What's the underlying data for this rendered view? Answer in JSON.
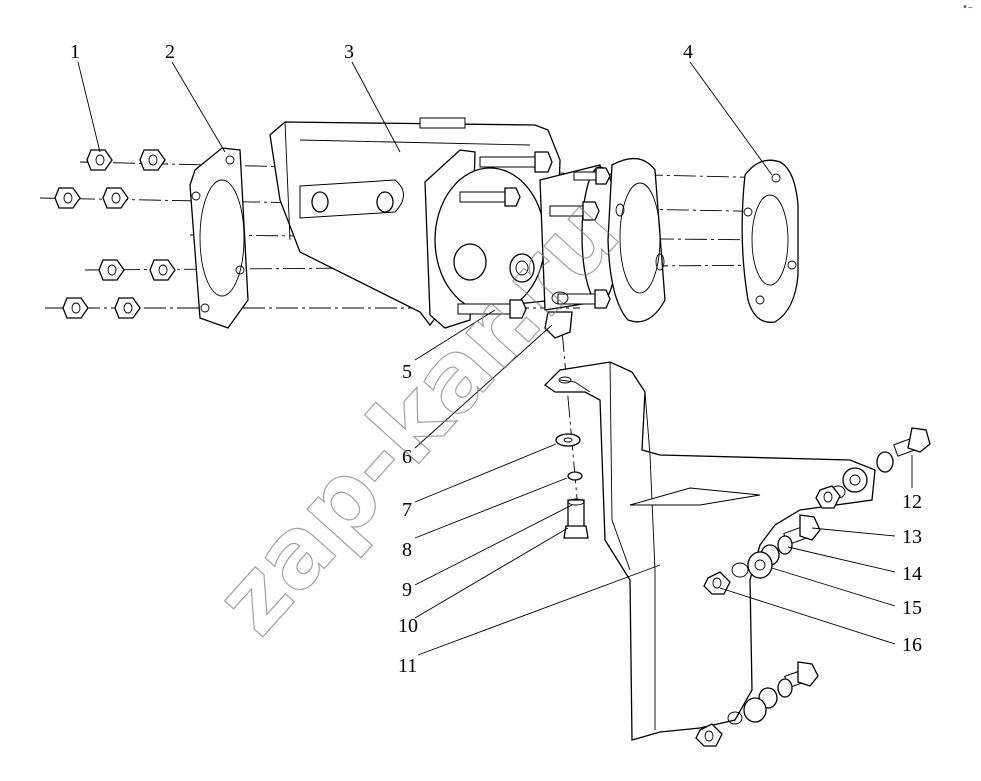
{
  "diagram": {
    "callouts": [
      "1",
      "2",
      "3",
      "4",
      "5",
      "6",
      "7",
      "8",
      "9",
      "10",
      "11",
      "12",
      "13",
      "14",
      "15",
      "16"
    ],
    "watermark": "zap-kar.ru",
    "corner_mark": "•–"
  },
  "colors": {
    "line": "#000000",
    "background": "#ffffff",
    "watermark": "#7a7a7a"
  }
}
